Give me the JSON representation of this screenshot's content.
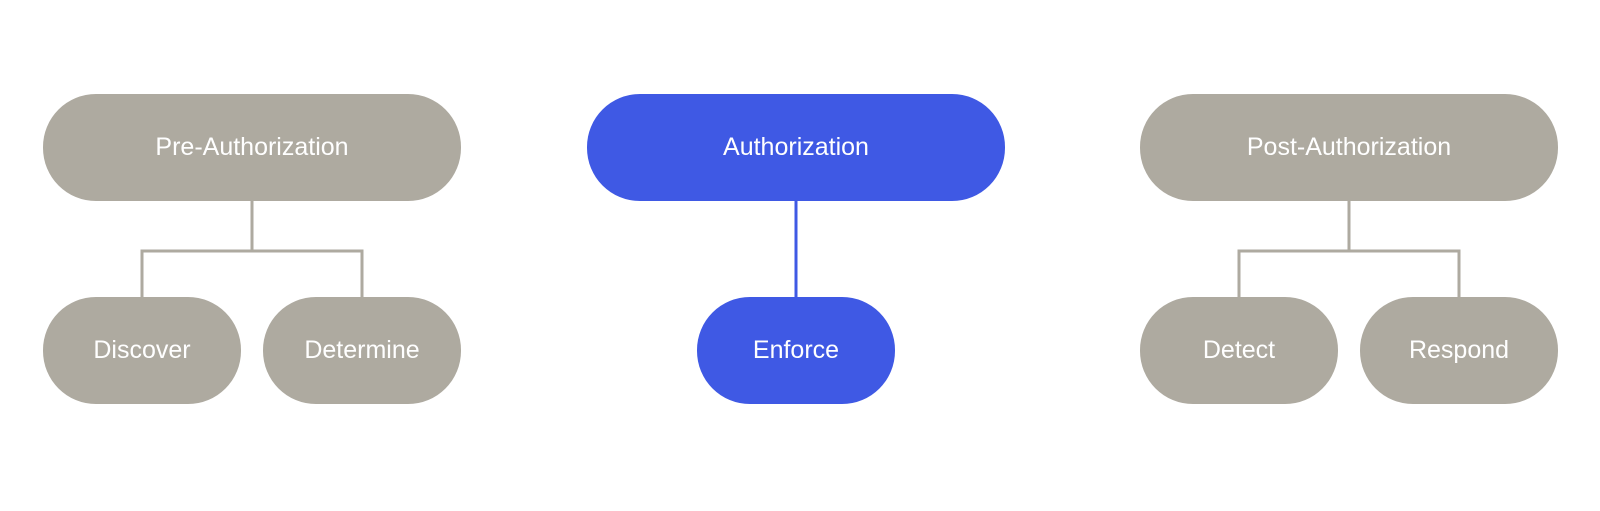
{
  "colors": {
    "neutral": "#aeaaa0",
    "accent": "#3f59e4",
    "text": "#ffffff",
    "background": "#ffffff"
  },
  "groups": [
    {
      "title": "Pre-Authorization",
      "color": "neutral",
      "children": [
        "Discover",
        "Determine"
      ]
    },
    {
      "title": "Authorization",
      "color": "accent",
      "children": [
        "Enforce"
      ]
    },
    {
      "title": "Post-Authorization",
      "color": "neutral",
      "children": [
        "Detect",
        "Respond"
      ]
    }
  ]
}
